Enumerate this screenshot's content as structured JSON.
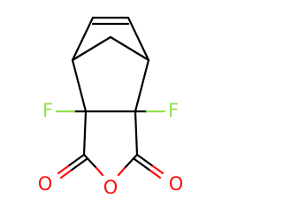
{
  "molecule": {
    "atoms": {
      "fluorine_left": "F",
      "fluorine_right": "F",
      "oxygen_carbonyl_left": "O",
      "oxygen_ring": "O",
      "oxygen_carbonyl_right": "O"
    },
    "colors": {
      "carbon_bond": "#000000",
      "fluorine": "#90e050",
      "oxygen": "#ff0d0d"
    }
  }
}
